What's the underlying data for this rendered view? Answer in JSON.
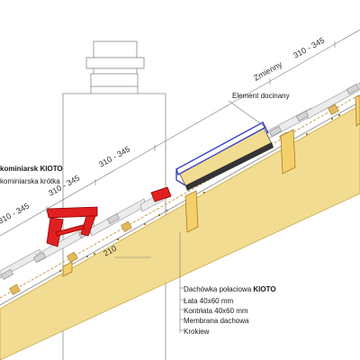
{
  "labels": {
    "dim_310_345": "310 - 345",
    "zmienny": "Zmienny",
    "dim_210": "210",
    "element_docinany": "Element docinany",
    "kominiarsk_prefix": "kominiarsk ",
    "kioto": "KIOTO",
    "kominiarska_krotka": "kominiarska krótka",
    "dachowka_polaciowa": "Dachówka połaciowa ",
    "lata": "Łata 40x60 mm",
    "kontrlata": "Kontrłata 40x60 mm",
    "membrana": "Membrana dachowa",
    "krokiew": "Krokiew"
  },
  "colors": {
    "tile": "#ececec",
    "tile_edge": "#9a9a9a",
    "timber": "#f2dc91",
    "timber_edge": "#c9a846",
    "batten": "#e3b95c",
    "step_red": "#e02020",
    "flashing_blue": "#3a44c8",
    "lines": "#666666"
  }
}
